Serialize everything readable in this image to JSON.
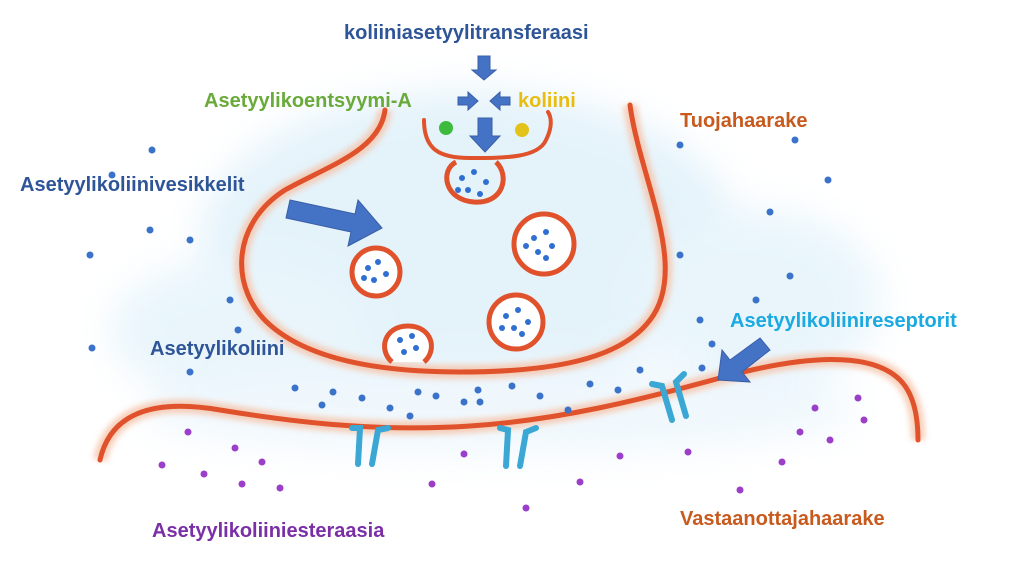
{
  "labels": {
    "enzyme": "koliiniasetyylitransferaasi",
    "acetyl_coa": "Asetyylikoentsyymi-A",
    "choline": "koliini",
    "presynaptic": "Tuojahaarake",
    "vesicles": "Asetyylikoliinivesikkelit",
    "acetylcholine": "Asetyylikoliini",
    "receptors": "Asetyylikoliinireseptorit",
    "esterase": "Asetyylikoliiniesteraasia",
    "postsynaptic": "Vastaanottajahaarake"
  },
  "colors": {
    "membrane": "#e0522c",
    "vesicle_dot": "#2f6fd1",
    "scatter_dot": "#3a73c9",
    "esterase_dot": "#9b3fc9",
    "receptor": "#3aa7d4",
    "arrow": "#4472c4",
    "glow": "#cfe9f7",
    "acetyl_coa_dot": "#3dbb3d",
    "choline_dot": "#e3c21a"
  },
  "icons": {
    "vesicle": "vesicle-icon",
    "receptor": "receptor-icon",
    "arrow": "arrow-icon"
  }
}
